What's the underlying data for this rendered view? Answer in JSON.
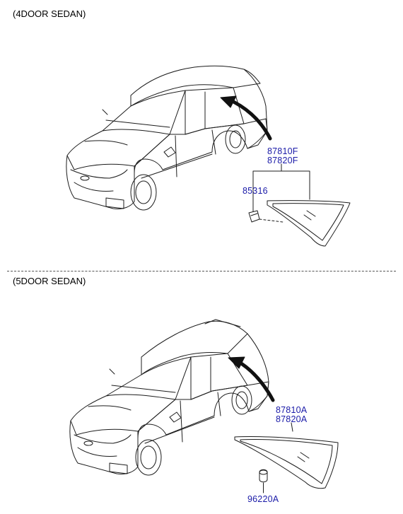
{
  "sections": {
    "top": {
      "title": "(4DOOR SEDAN)"
    },
    "bottom": {
      "title": "(5DOOR SEDAN)"
    }
  },
  "parts": {
    "p87810F": "87810F",
    "p87820F": "87820F",
    "p85316": "85316",
    "p87810A": "87810A",
    "p87820A": "87820A",
    "p96220A": "96220A"
  },
  "colors": {
    "line": "#1c1c1c",
    "part_label": "#1a1aa8"
  }
}
